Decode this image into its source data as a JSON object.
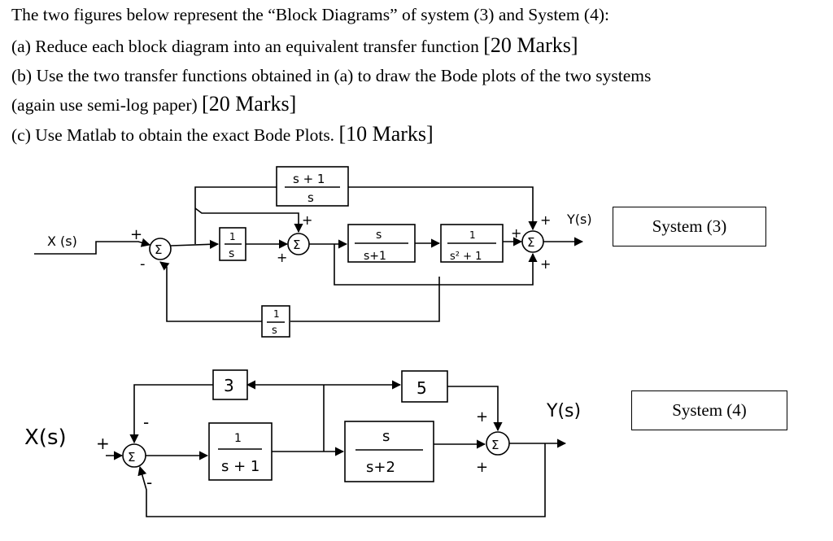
{
  "question": {
    "intro": "The two figures below represent the “Block Diagrams” of system (3) and System (4):",
    "part_a_text": "(a) Reduce each block diagram into an equivalent transfer function",
    "part_a_marks": "[20 Marks]",
    "part_b_text": "(b) Use the two transfer functions obtained in (a) to draw the Bode plots of the two systems",
    "part_b_cont": "(again use semi-log paper)",
    "part_b_marks": "[20 Marks]",
    "part_c_text": "(c) Use Matlab to obtain the exact Bode Plots.",
    "part_c_marks": "[10 Marks]"
  },
  "system3": {
    "label": "System (3)",
    "input": "X (s)",
    "output": "Y(s)",
    "sum": "Σ",
    "plus": "+",
    "minus": "-",
    "one": "1",
    "s": "s",
    "s_plus_1": "s + 1",
    "s_plus_1_b": "s+1",
    "s2_plus_1": "s² + 1"
  },
  "system4": {
    "label": "System (4)",
    "input": "X(s)",
    "output": "Y(s)",
    "sum": "Σ",
    "plus": "+",
    "minus": "-",
    "gain3": "3",
    "gain5": "5",
    "one": "1",
    "s_plus_1": "s + 1",
    "s": "s",
    "s_plus_2": "s+2"
  }
}
